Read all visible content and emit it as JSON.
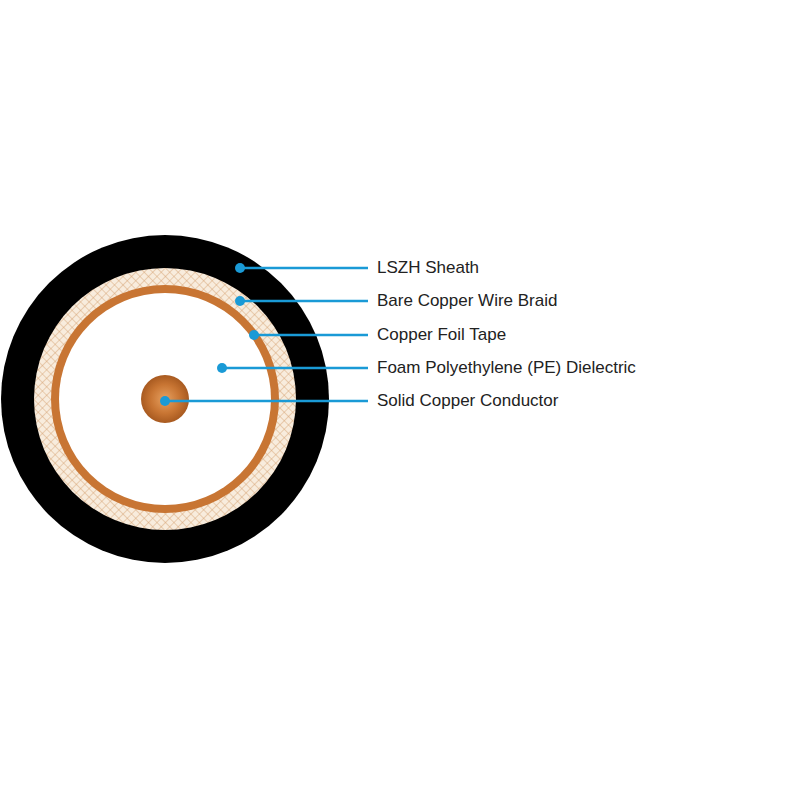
{
  "diagram": {
    "labels": [
      "LSZH Sheath",
      "Bare Copper Wire Braid",
      "Copper Foil Tape",
      "Foam Polyethylene (PE) Dielectric",
      "Solid Copper Conductor"
    ]
  }
}
